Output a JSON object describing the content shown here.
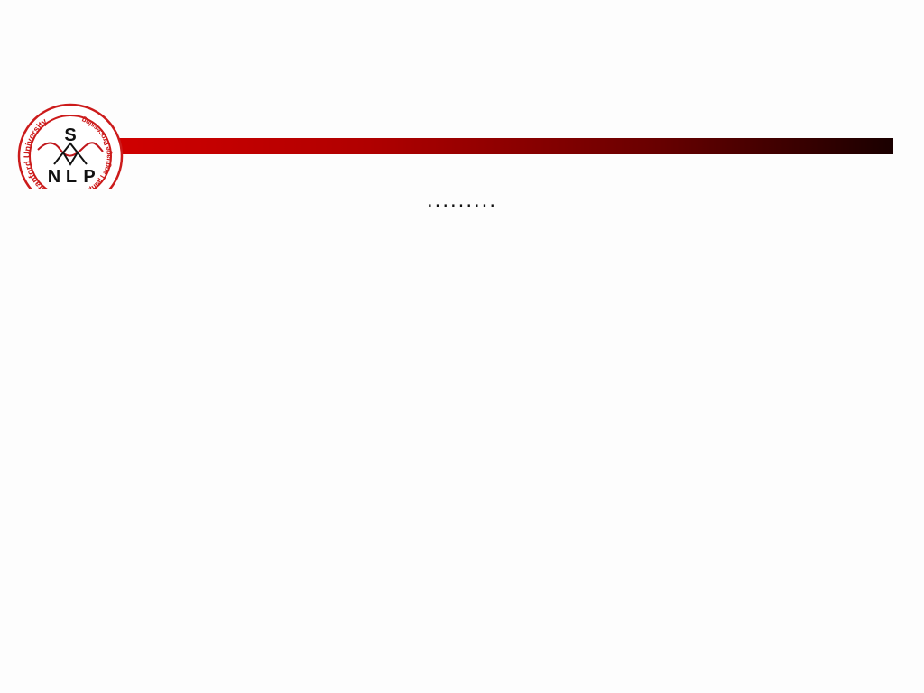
{
  "logo": {
    "top_text": "Stanford University",
    "bottom_text": "Natural Language Processing",
    "letter_top": "S",
    "letters_bottom": [
      "N",
      "L",
      "P"
    ],
    "ring_color": "#cc1b1b",
    "wave_color": "#c0171c"
  },
  "header_bar": {
    "gradient_start": "#d40000",
    "gradient_end": "#1a0000"
  },
  "slide": {
    "title": "........."
  }
}
